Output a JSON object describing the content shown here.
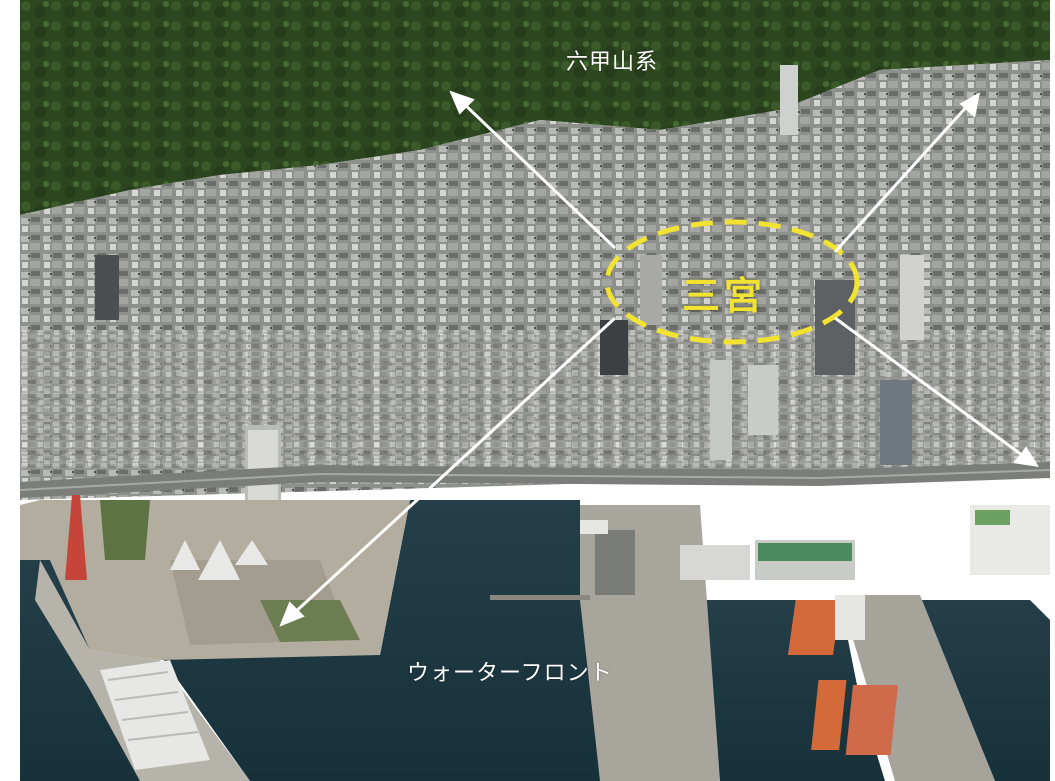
{
  "labels": {
    "mountain": "六甲山系",
    "center": "三宮",
    "waterfront": "ウォーターフロント"
  },
  "colors": {
    "highlight_ellipse": "#f2e231",
    "arrows": "#ffffff",
    "sea": "#1d3640",
    "mountain": "#2f4a22",
    "city": "#8d8f8c"
  },
  "icons": [
    "arrow-up-left",
    "arrow-up-right",
    "arrow-down-left",
    "arrow-down-right",
    "dashed-ellipse"
  ]
}
